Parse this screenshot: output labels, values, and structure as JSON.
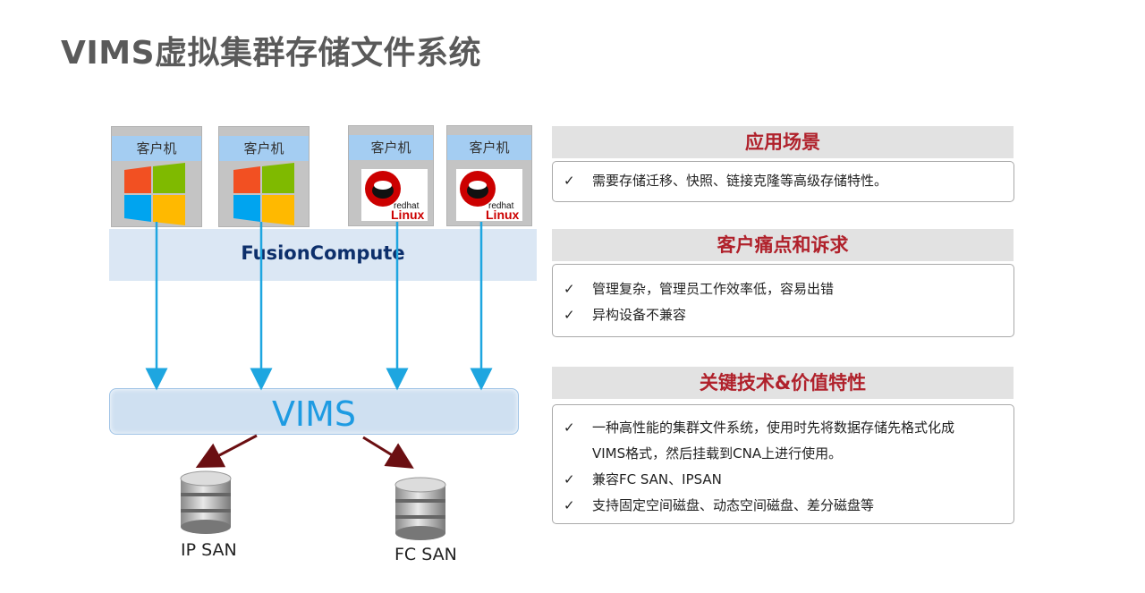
{
  "title": "VIMS虚拟集群存储文件系统",
  "diagram": {
    "clients": [
      {
        "label": "客户机",
        "os": "windows"
      },
      {
        "label": "客户机",
        "os": "windows"
      },
      {
        "label": "客户机",
        "os": "redhat-linux"
      },
      {
        "label": "客户机",
        "os": "redhat-linux"
      }
    ],
    "redhat_text": "redhat",
    "linux_text": "Linux",
    "fusioncompute": "FusionCompute",
    "vims": "VIMS",
    "storage": [
      {
        "label": "IP SAN"
      },
      {
        "label": "FC SAN"
      }
    ],
    "colors": {
      "client_label_bg": "#a4cdf2",
      "arrow_blue": "#1ea6e0",
      "arrow_dark_red": "#6b0f12"
    }
  },
  "sections": [
    {
      "heading": "应用场景",
      "items": [
        "需要存储迁移、快照、链接克隆等高级存储特性。"
      ]
    },
    {
      "heading": "客户痛点和诉求",
      "items": [
        "管理复杂，管理员工作效率低，容易出错",
        "异构设备不兼容"
      ]
    },
    {
      "heading": "关键技术&价值特性",
      "items": [
        {
          "line1": "一种高性能的集群文件系统，使用时先将数据存储先格式化成",
          "line2": "VIMS格式，然后挂载到CNA上进行使用。"
        },
        "兼容FC SAN、IPSAN",
        "支持固定空间磁盘、动态空间磁盘、差分磁盘等"
      ]
    }
  ],
  "check_mark": "✓",
  "heading_color": "#b0212b"
}
